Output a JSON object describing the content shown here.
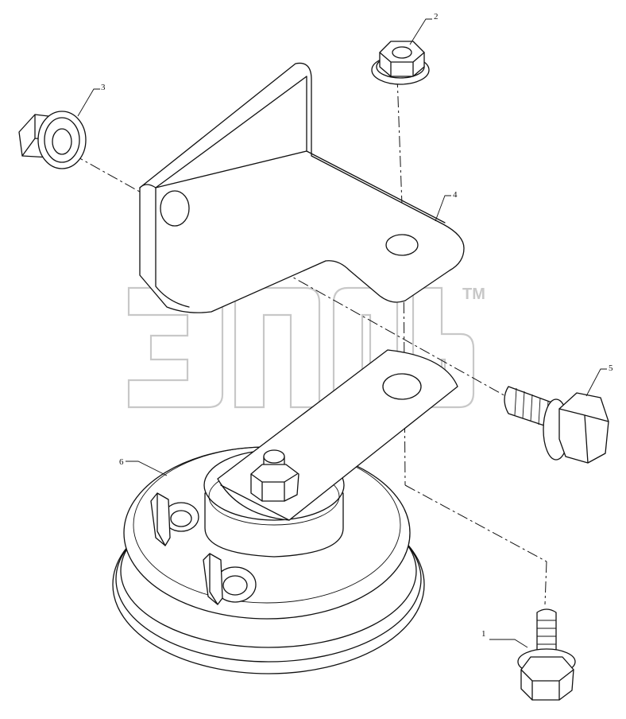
{
  "diagram": {
    "callouts": [
      {
        "id": "1",
        "text": "1"
      },
      {
        "id": "2",
        "text": "2"
      },
      {
        "id": "3",
        "text": "3"
      },
      {
        "id": "4",
        "text": "4"
      },
      {
        "id": "5",
        "text": "5"
      },
      {
        "id": "6",
        "text": "6"
      }
    ],
    "watermark": {
      "trademark": "TM"
    }
  }
}
